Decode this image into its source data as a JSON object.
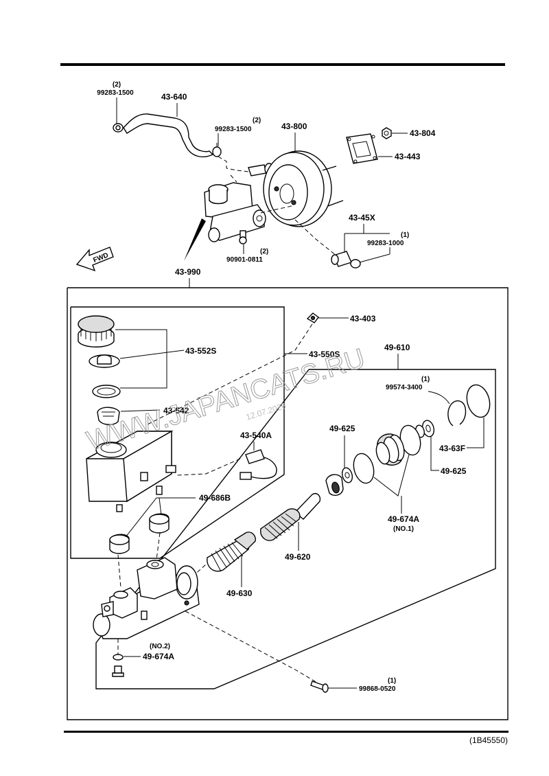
{
  "doc_code": "(1B45550)",
  "watermark": "WWW.JAPANCATS.RU",
  "watermark_date": "12.07.2026",
  "fwd": "FWD",
  "labels": {
    "p43640": "43-640",
    "p99283_a_qty": "(2)",
    "p99283_a": "99283-1500",
    "p99283_b_qty": "(2)",
    "p99283_b": "99283-1500",
    "p43800": "43-800",
    "p43804": "43-804",
    "p43443": "43-443",
    "p4345x": "43-45X",
    "p99283_c_qty": "(1)",
    "p99283_c": "99283-1000",
    "p90901_qty": "(2)",
    "p90901": "90901-0811",
    "p43990": "43-990",
    "p43403": "43-403",
    "p43552s": "43-552S",
    "p43550s": "43-550S",
    "p43542": "43-542",
    "p43540a": "43-540A",
    "p49686b": "49-686B",
    "p49610": "49-610",
    "p99574_qty": "(1)",
    "p99574": "99574-3400",
    "p49625_a": "49-625",
    "p43_63f": "43-63F",
    "p49625_b": "49-625",
    "p49674a_1": "49-674A",
    "no1": "(NO.1)",
    "p49620": "49-620",
    "p49630": "49-630",
    "no2": "(NO.2)",
    "p49674a_2": "49-674A",
    "p99868_qty": "(1)",
    "p99868": "99868-0520"
  }
}
